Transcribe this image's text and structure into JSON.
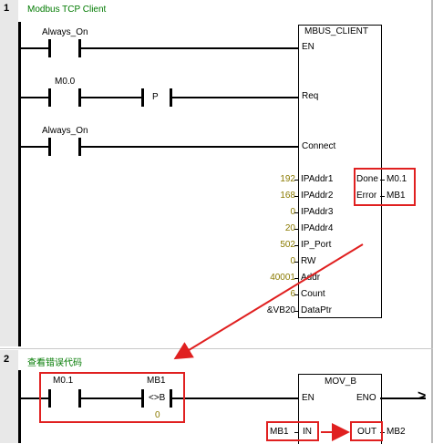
{
  "networks": [
    {
      "number": "1",
      "comment": "Modbus TCP Client"
    },
    {
      "number": "2",
      "comment": "查看错误代码"
    }
  ],
  "network1": {
    "contacts": [
      {
        "label": "Always_On"
      },
      {
        "label": "M0.0"
      },
      {
        "label": "Always_On"
      }
    ],
    "p_label": "P",
    "block": {
      "title": "MBUS_CLIENT",
      "inputs": [
        "EN",
        "Req",
        "Connect",
        "IPAddr1",
        "IPAddr2",
        "IPAddr3",
        "IPAddr4",
        "IP_Port",
        "RW",
        "Addr",
        "Count",
        "DataPtr"
      ],
      "input_values": {
        "IPAddr1": "192",
        "IPAddr2": "168",
        "IPAddr3": "0",
        "IPAddr4": "20",
        "IP_Port": "502",
        "RW": "0",
        "Addr": "40001",
        "Count": "6",
        "DataPtr": "&VB20"
      },
      "outputs": [
        {
          "pin": "Done",
          "value": "M0.1"
        },
        {
          "pin": "Error",
          "value": "MB1"
        }
      ]
    }
  },
  "network2": {
    "contact": {
      "label": "M0.1"
    },
    "compare": {
      "label": "MB1",
      "op": "<>B",
      "value": "0"
    },
    "block": {
      "title": "MOV_B",
      "en": "EN",
      "eno": "ENO",
      "in_pin": "IN",
      "in_value": "MB1",
      "out_pin": "OUT",
      "out_value": "MB2"
    }
  },
  "colors": {
    "highlight": "#e02020",
    "comment": "#007a00",
    "value": "#8a7a00",
    "gutter": "#e8e8e8"
  }
}
